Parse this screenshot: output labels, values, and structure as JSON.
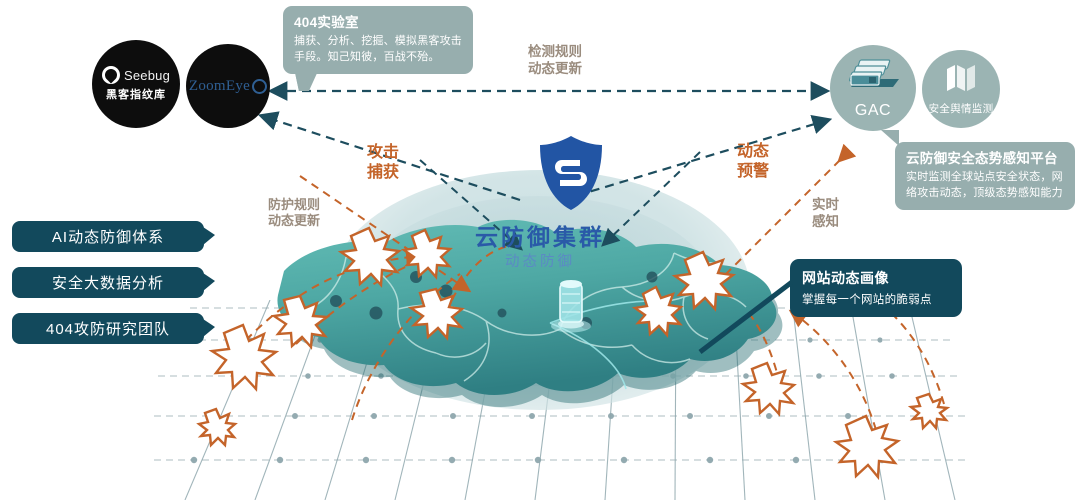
{
  "logos": {
    "seebug": {
      "name": "Seebug",
      "cn": "黑客指纹库",
      "icon": "seebug-fingerprint-icon"
    },
    "zoomeye": {
      "name": "ZoomEye",
      "icon": "zoomeye-eye-icon"
    },
    "gac": {
      "label": "GAC",
      "icon": "server-rack-icon"
    },
    "situation": {
      "label": "安全舆情监测",
      "icon": "layers-icon"
    }
  },
  "callouts": {
    "lab": {
      "title": "404实验室",
      "body": "捕获、分析、挖掘、模拟黑客攻击手段。知己知彼，百战不殆。"
    },
    "platform": {
      "title": "云防御安全态势感知平台",
      "body": "实时监测全球站点安全状态，网络攻击动态，顶级态势感知能力"
    },
    "site_portrait": {
      "title": "网站动态画像",
      "body": "掌握每一个网站的脆弱点"
    }
  },
  "sidebar": {
    "items": [
      {
        "label": "AI动态防御体系"
      },
      {
        "label": "安全大数据分析"
      },
      {
        "label": "404攻防研究团队"
      }
    ]
  },
  "annotations": {
    "detect_rule": "检测规则\n动态更新",
    "attack_capture": "攻击\n捕获",
    "protect_rule": "防护规则\n动态更新",
    "dynamic_warning": "动态\n预警",
    "realtime_sense": "实时\n感知"
  },
  "center": {
    "shield_icon": "shield-s-logo",
    "server_icon": "server-cylinder-icon",
    "brand_main": "云防御集群",
    "brand_sub": "动态防御"
  },
  "colors": {
    "dark_teal": "#12495c",
    "gray_teal": "#97aeae",
    "orange": "#c4642a",
    "brand_blue": "#2a5aa8",
    "map_teal": "#4fa9a5"
  }
}
